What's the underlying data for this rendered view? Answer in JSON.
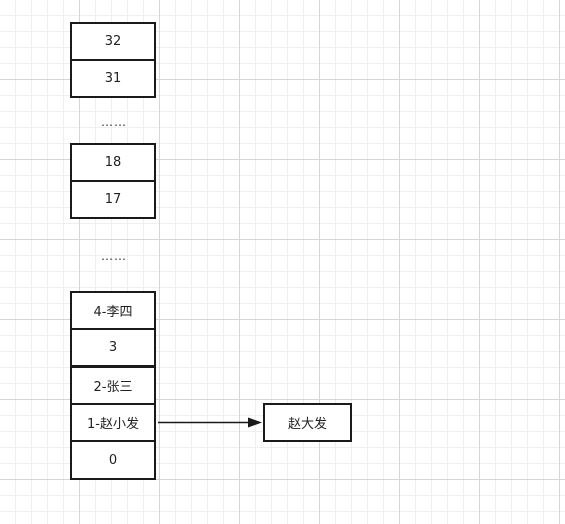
{
  "stack_top": [
    "32",
    "31"
  ],
  "ellipsis_1": "……",
  "stack_mid": [
    "18",
    "17"
  ],
  "ellipsis_2": "……",
  "stack_bottom": [
    "4-李四",
    "3",
    "2-张三",
    "1-赵小发",
    "0"
  ],
  "target_node": "赵大发"
}
